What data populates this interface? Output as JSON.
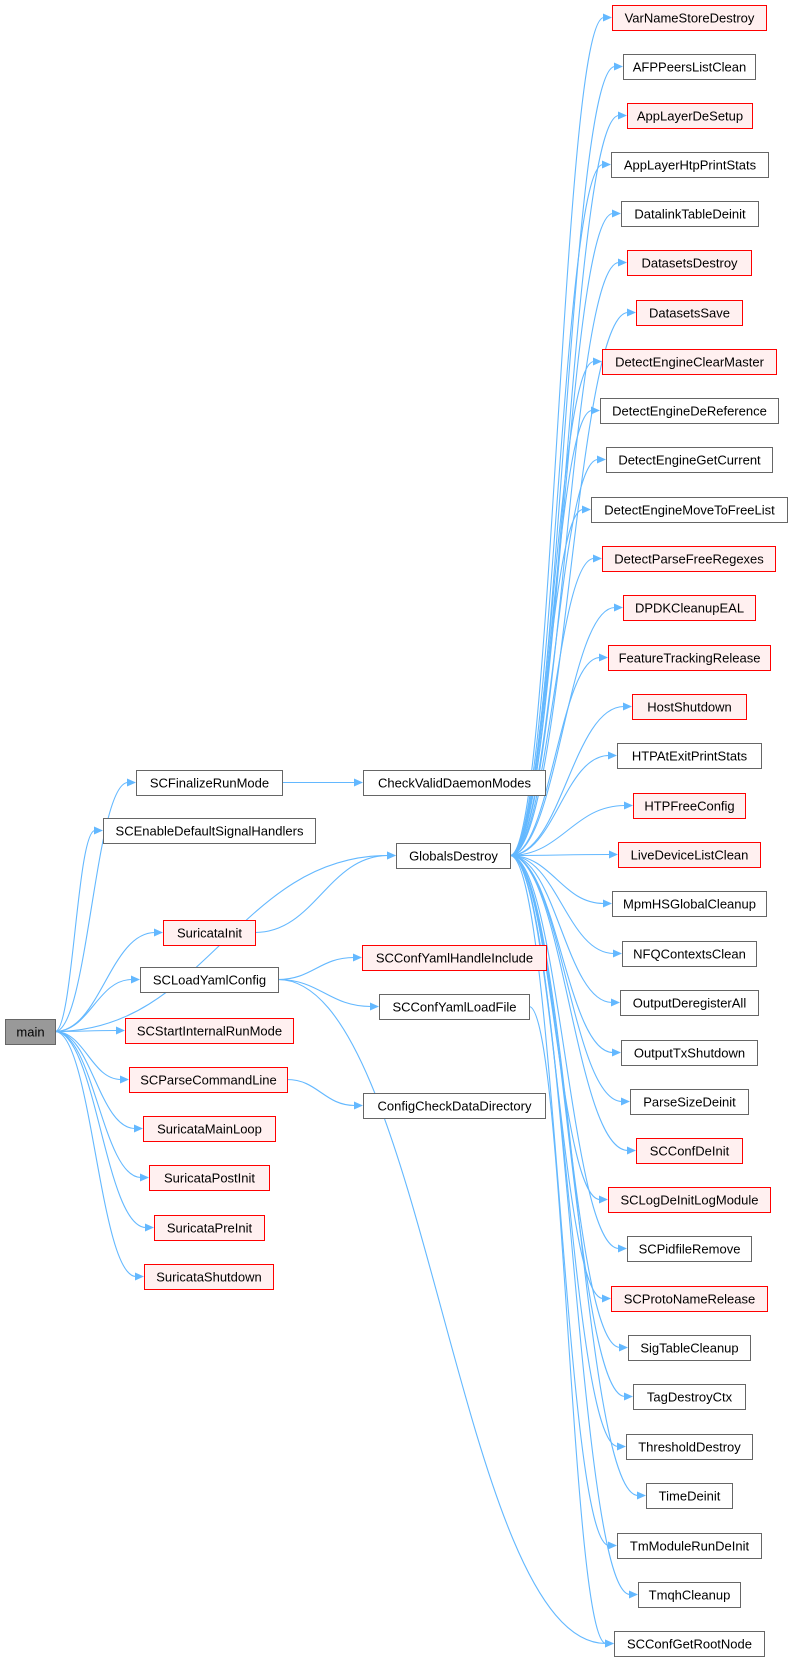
{
  "graph": {
    "colors": {
      "focus_fill": "#999999",
      "focus_stroke": "#666666",
      "node_fill": "#ffffff",
      "node_stroke": "#666666",
      "incomplete_fill": "#fff0f0",
      "incomplete_stroke": "#ff0000",
      "edge": "#63b8ff"
    },
    "nodes": [
      {
        "id": "main",
        "label": "main",
        "kind": "focus"
      },
      {
        "id": "SCFinalizeRunMode",
        "label": "SCFinalizeRunMode",
        "kind": "normal"
      },
      {
        "id": "SCEnableDefaultSignalHandlers",
        "label": "SCEnableDefaultSignalHandlers",
        "kind": "normal"
      },
      {
        "id": "SuricataInit",
        "label": "SuricataInit",
        "kind": "incomplete"
      },
      {
        "id": "SCLoadYamlConfig",
        "label": "SCLoadYamlConfig",
        "kind": "normal"
      },
      {
        "id": "SCStartInternalRunMode",
        "label": "SCStartInternalRunMode",
        "kind": "incomplete"
      },
      {
        "id": "SCParseCommandLine",
        "label": "SCParseCommandLine",
        "kind": "incomplete"
      },
      {
        "id": "SuricataMainLoop",
        "label": "SuricataMainLoop",
        "kind": "incomplete"
      },
      {
        "id": "SuricataPostInit",
        "label": "SuricataPostInit",
        "kind": "incomplete"
      },
      {
        "id": "SuricataPreInit",
        "label": "SuricataPreInit",
        "kind": "incomplete"
      },
      {
        "id": "SuricataShutdown",
        "label": "SuricataShutdown",
        "kind": "incomplete"
      },
      {
        "id": "CheckValidDaemonModes",
        "label": "CheckValidDaemonModes",
        "kind": "normal"
      },
      {
        "id": "GlobalsDestroy",
        "label": "GlobalsDestroy",
        "kind": "normal"
      },
      {
        "id": "SCConfYamlHandleInclude",
        "label": "SCConfYamlHandleInclude",
        "kind": "incomplete"
      },
      {
        "id": "SCConfYamlLoadFile",
        "label": "SCConfYamlLoadFile",
        "kind": "normal"
      },
      {
        "id": "ConfigCheckDataDirectory",
        "label": "ConfigCheckDataDirectory",
        "kind": "normal"
      },
      {
        "id": "VarNameStoreDestroy",
        "label": "VarNameStoreDestroy",
        "kind": "incomplete"
      },
      {
        "id": "AFPPeersListClean",
        "label": "AFPPeersListClean",
        "kind": "normal"
      },
      {
        "id": "AppLayerDeSetup",
        "label": "AppLayerDeSetup",
        "kind": "incomplete"
      },
      {
        "id": "AppLayerHtpPrintStats",
        "label": "AppLayerHtpPrintStats",
        "kind": "normal"
      },
      {
        "id": "DatalinkTableDeinit",
        "label": "DatalinkTableDeinit",
        "kind": "normal"
      },
      {
        "id": "DatasetsDestroy",
        "label": "DatasetsDestroy",
        "kind": "incomplete"
      },
      {
        "id": "DatasetsSave",
        "label": "DatasetsSave",
        "kind": "incomplete"
      },
      {
        "id": "DetectEngineClearMaster",
        "label": "DetectEngineClearMaster",
        "kind": "incomplete"
      },
      {
        "id": "DetectEngineDeReference",
        "label": "DetectEngineDeReference",
        "kind": "normal"
      },
      {
        "id": "DetectEngineGetCurrent",
        "label": "DetectEngineGetCurrent",
        "kind": "normal"
      },
      {
        "id": "DetectEngineMoveToFreeList",
        "label": "DetectEngineMoveToFreeList",
        "kind": "normal"
      },
      {
        "id": "DetectParseFreeRegexes",
        "label": "DetectParseFreeRegexes",
        "kind": "incomplete"
      },
      {
        "id": "DPDKCleanupEAL",
        "label": "DPDKCleanupEAL",
        "kind": "incomplete"
      },
      {
        "id": "FeatureTrackingRelease",
        "label": "FeatureTrackingRelease",
        "kind": "incomplete"
      },
      {
        "id": "HostShutdown",
        "label": "HostShutdown",
        "kind": "incomplete"
      },
      {
        "id": "HTPAtExitPrintStats",
        "label": "HTPAtExitPrintStats",
        "kind": "normal"
      },
      {
        "id": "HTPFreeConfig",
        "label": "HTPFreeConfig",
        "kind": "incomplete"
      },
      {
        "id": "LiveDeviceListClean",
        "label": "LiveDeviceListClean",
        "kind": "incomplete"
      },
      {
        "id": "MpmHSGlobalCleanup",
        "label": "MpmHSGlobalCleanup",
        "kind": "normal"
      },
      {
        "id": "NFQContextsClean",
        "label": "NFQContextsClean",
        "kind": "normal"
      },
      {
        "id": "OutputDeregisterAll",
        "label": "OutputDeregisterAll",
        "kind": "normal"
      },
      {
        "id": "OutputTxShutdown",
        "label": "OutputTxShutdown",
        "kind": "normal"
      },
      {
        "id": "ParseSizeDeinit",
        "label": "ParseSizeDeinit",
        "kind": "normal"
      },
      {
        "id": "SCConfDeInit",
        "label": "SCConfDeInit",
        "kind": "incomplete"
      },
      {
        "id": "SCLogDeInitLogModule",
        "label": "SCLogDeInitLogModule",
        "kind": "incomplete"
      },
      {
        "id": "SCPidfileRemove",
        "label": "SCPidfileRemove",
        "kind": "normal"
      },
      {
        "id": "SCProtoNameRelease",
        "label": "SCProtoNameRelease",
        "kind": "incomplete"
      },
      {
        "id": "SigTableCleanup",
        "label": "SigTableCleanup",
        "kind": "normal"
      },
      {
        "id": "TagDestroyCtx",
        "label": "TagDestroyCtx",
        "kind": "normal"
      },
      {
        "id": "ThresholdDestroy",
        "label": "ThresholdDestroy",
        "kind": "normal"
      },
      {
        "id": "TimeDeinit",
        "label": "TimeDeinit",
        "kind": "normal"
      },
      {
        "id": "TmModuleRunDeInit",
        "label": "TmModuleRunDeInit",
        "kind": "normal"
      },
      {
        "id": "TmqhCleanup",
        "label": "TmqhCleanup",
        "kind": "normal"
      },
      {
        "id": "SCConfGetRootNode",
        "label": "SCConfGetRootNode",
        "kind": "normal"
      }
    ],
    "edges": [
      [
        "main",
        "SCFinalizeRunMode"
      ],
      [
        "main",
        "SCEnableDefaultSignalHandlers"
      ],
      [
        "main",
        "GlobalsDestroy"
      ],
      [
        "main",
        "SuricataInit"
      ],
      [
        "main",
        "SCLoadYamlConfig"
      ],
      [
        "main",
        "SCStartInternalRunMode"
      ],
      [
        "main",
        "SCParseCommandLine"
      ],
      [
        "main",
        "SuricataMainLoop"
      ],
      [
        "main",
        "SuricataPostInit"
      ],
      [
        "main",
        "SuricataPreInit"
      ],
      [
        "main",
        "SuricataShutdown"
      ],
      [
        "SCFinalizeRunMode",
        "CheckValidDaemonModes"
      ],
      [
        "SuricataInit",
        "GlobalsDestroy"
      ],
      [
        "SCLoadYamlConfig",
        "SCConfYamlHandleInclude"
      ],
      [
        "SCLoadYamlConfig",
        "SCConfYamlLoadFile"
      ],
      [
        "SCLoadYamlConfig",
        "SCConfGetRootNode"
      ],
      [
        "SCParseCommandLine",
        "ConfigCheckDataDirectory"
      ],
      [
        "SCConfYamlLoadFile",
        "SCConfGetRootNode"
      ],
      [
        "GlobalsDestroy",
        "VarNameStoreDestroy"
      ],
      [
        "GlobalsDestroy",
        "AFPPeersListClean"
      ],
      [
        "GlobalsDestroy",
        "AppLayerDeSetup"
      ],
      [
        "GlobalsDestroy",
        "AppLayerHtpPrintStats"
      ],
      [
        "GlobalsDestroy",
        "DatalinkTableDeinit"
      ],
      [
        "GlobalsDestroy",
        "DatasetsDestroy"
      ],
      [
        "GlobalsDestroy",
        "DatasetsSave"
      ],
      [
        "GlobalsDestroy",
        "DetectEngineClearMaster"
      ],
      [
        "GlobalsDestroy",
        "DetectEngineDeReference"
      ],
      [
        "GlobalsDestroy",
        "DetectEngineGetCurrent"
      ],
      [
        "GlobalsDestroy",
        "DetectEngineMoveToFreeList"
      ],
      [
        "GlobalsDestroy",
        "DetectParseFreeRegexes"
      ],
      [
        "GlobalsDestroy",
        "DPDKCleanupEAL"
      ],
      [
        "GlobalsDestroy",
        "FeatureTrackingRelease"
      ],
      [
        "GlobalsDestroy",
        "HostShutdown"
      ],
      [
        "GlobalsDestroy",
        "HTPAtExitPrintStats"
      ],
      [
        "GlobalsDestroy",
        "HTPFreeConfig"
      ],
      [
        "GlobalsDestroy",
        "LiveDeviceListClean"
      ],
      [
        "GlobalsDestroy",
        "MpmHSGlobalCleanup"
      ],
      [
        "GlobalsDestroy",
        "NFQContextsClean"
      ],
      [
        "GlobalsDestroy",
        "OutputDeregisterAll"
      ],
      [
        "GlobalsDestroy",
        "OutputTxShutdown"
      ],
      [
        "GlobalsDestroy",
        "ParseSizeDeinit"
      ],
      [
        "GlobalsDestroy",
        "SCConfDeInit"
      ],
      [
        "GlobalsDestroy",
        "SCLogDeInitLogModule"
      ],
      [
        "GlobalsDestroy",
        "SCPidfileRemove"
      ],
      [
        "GlobalsDestroy",
        "SCProtoNameRelease"
      ],
      [
        "GlobalsDestroy",
        "SigTableCleanup"
      ],
      [
        "GlobalsDestroy",
        "TagDestroyCtx"
      ],
      [
        "GlobalsDestroy",
        "ThresholdDestroy"
      ],
      [
        "GlobalsDestroy",
        "TimeDeinit"
      ],
      [
        "GlobalsDestroy",
        "TmModuleRunDeInit"
      ],
      [
        "GlobalsDestroy",
        "TmqhCleanup"
      ]
    ]
  }
}
